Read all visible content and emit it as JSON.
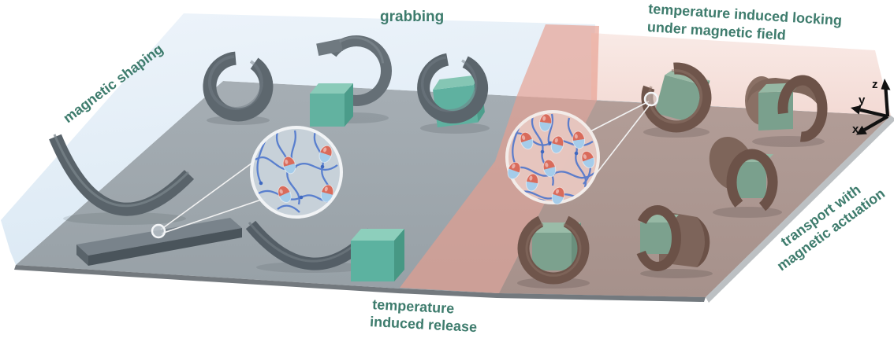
{
  "figure": {
    "type": "3d-schematic-thermo-magnetic-grippers",
    "labels": {
      "magnetic_shaping": "magnetic shaping",
      "grabbing": "grabbing",
      "locking_line1": "temperature induced locking",
      "locking_line2": "under magnetic field",
      "release_line1": "temperature",
      "release_line2": "induced release",
      "transport_line1": "transport with",
      "transport_line2": "magnetic actuation"
    },
    "axes": {
      "x": "x",
      "y": "y",
      "z": "z"
    },
    "colors": {
      "label_teal": "#3E7C6D",
      "axis_black": "#111111",
      "cool_plane": "#DDEBF6",
      "warm_plane": "#F5DED8",
      "phase_divider": "#E79E8F",
      "floor_cool": "#9CA4AA",
      "floor_warm": "#AC9792",
      "gripper_gray": "#5D676E",
      "gripper_brown": "#6F554B",
      "cargo_teal": "#5FB1A0",
      "cargo_sage": "#7CA18E",
      "network_blue": "#4A74CC",
      "capsule_red": "#D96B5B",
      "capsule_blue": "#A5CCEA",
      "inset_cool_fill": "#C9D3DB",
      "inset_warm_fill": "#E7C7C0",
      "connector_white": "#F2F2F2"
    }
  }
}
